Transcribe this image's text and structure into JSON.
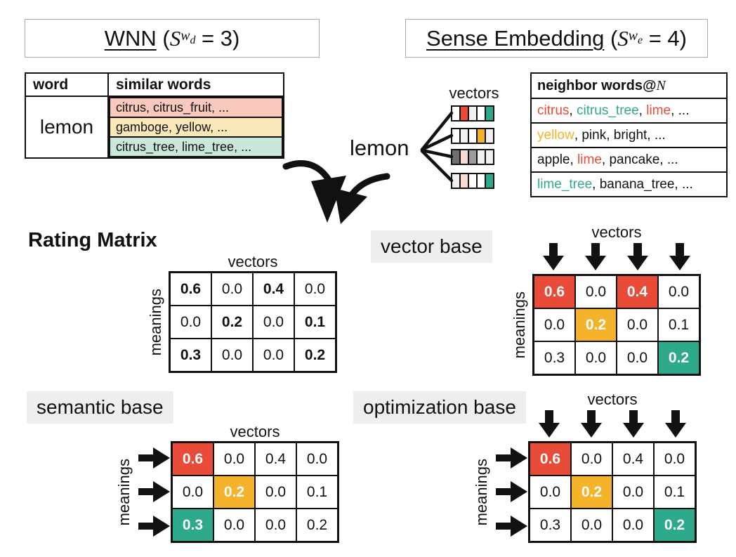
{
  "titles": {
    "wnn": {
      "label": "WNN",
      "open": " (",
      "var": "S",
      "sub": "w",
      "subsub": "d",
      "close": " = 3)"
    },
    "sense": {
      "label": "Sense Embedding",
      "open": " (",
      "var": "S",
      "sub": "w",
      "subsub": "e",
      "close": " = 4)"
    }
  },
  "wnn_table": {
    "headers": [
      "word",
      "similar words"
    ],
    "word": "lemon",
    "rows": [
      {
        "text": "citrus, citrus_fruit, ...",
        "bg": "light_red"
      },
      {
        "text": "gamboge, yellow, ...",
        "bg": "light_yellow"
      },
      {
        "text": "citrus_tree, lime_tree, ...",
        "bg": "light_green"
      }
    ]
  },
  "sense": {
    "word": "lemon",
    "vectors_label": "vectors",
    "strips": [
      [
        "white",
        "red",
        "lightgray",
        "white",
        "green"
      ],
      [
        "white",
        "lightgray",
        "white",
        "orange",
        "lightgray"
      ],
      [
        "darkgray",
        "pink",
        "gray",
        "lightgray",
        "lightgray"
      ],
      [
        "lightgray",
        "pink",
        "white",
        "white",
        "green"
      ]
    ],
    "neighbor_table": {
      "header_parts": [
        {
          "t": "neighbor words",
          "bold": true
        },
        {
          "t": "@"
        },
        {
          "t": "N",
          "math": true
        }
      ],
      "rows": [
        [
          {
            "t": "citrus",
            "c": "red"
          },
          {
            "t": ", "
          },
          {
            "t": "citrus_tree",
            "c": "green"
          },
          {
            "t": ", "
          },
          {
            "t": "lime",
            "c": "red"
          },
          {
            "t": ", ..."
          }
        ],
        [
          {
            "t": "yellow",
            "c": "orange"
          },
          {
            "t": ", pink, bright, ..."
          }
        ],
        [
          {
            "t": "apple, "
          },
          {
            "t": "lime",
            "c": "red"
          },
          {
            "t": ", pancake, ..."
          }
        ],
        [
          {
            "t": "lime_tree",
            "c": "green"
          },
          {
            "t": ", banana_tree, ..."
          }
        ]
      ]
    }
  },
  "axis": {
    "x": "vectors",
    "y": "meanings"
  },
  "bases": {
    "rating": "Rating Matrix",
    "vector": "vector base",
    "semantic": "semantic base",
    "optimization": "optimization base"
  },
  "matrices": {
    "rating": {
      "cells": [
        [
          {
            "v": "0.6",
            "b": true
          },
          {
            "v": "0.0"
          },
          {
            "v": "0.4",
            "b": true
          },
          {
            "v": "0.0"
          }
        ],
        [
          {
            "v": "0.0"
          },
          {
            "v": "0.2",
            "b": true
          },
          {
            "v": "0.0"
          },
          {
            "v": "0.1",
            "b": true
          }
        ],
        [
          {
            "v": "0.3",
            "b": true
          },
          {
            "v": "0.0"
          },
          {
            "v": "0.0"
          },
          {
            "v": "0.2",
            "b": true
          }
        ]
      ]
    },
    "vector": {
      "col_arrows": 4,
      "cells": [
        [
          {
            "v": "0.6",
            "bg": "red"
          },
          {
            "v": "0.0"
          },
          {
            "v": "0.4",
            "bg": "red"
          },
          {
            "v": "0.0"
          }
        ],
        [
          {
            "v": "0.0"
          },
          {
            "v": "0.2",
            "bg": "orange"
          },
          {
            "v": "0.0"
          },
          {
            "v": "0.1"
          }
        ],
        [
          {
            "v": "0.3"
          },
          {
            "v": "0.0"
          },
          {
            "v": "0.0"
          },
          {
            "v": "0.2",
            "bg": "green"
          }
        ]
      ]
    },
    "semantic": {
      "row_arrows": 3,
      "cells": [
        [
          {
            "v": "0.6",
            "bg": "red"
          },
          {
            "v": "0.0"
          },
          {
            "v": "0.4"
          },
          {
            "v": "0.0"
          }
        ],
        [
          {
            "v": "0.0"
          },
          {
            "v": "0.2",
            "bg": "orange"
          },
          {
            "v": "0.0"
          },
          {
            "v": "0.1"
          }
        ],
        [
          {
            "v": "0.3",
            "bg": "green"
          },
          {
            "v": "0.0"
          },
          {
            "v": "0.0"
          },
          {
            "v": "0.2"
          }
        ]
      ]
    },
    "optimization": {
      "col_arrows": 4,
      "row_arrows": 3,
      "cells": [
        [
          {
            "v": "0.6",
            "bg": "red"
          },
          {
            "v": "0.0"
          },
          {
            "v": "0.4"
          },
          {
            "v": "0.0"
          }
        ],
        [
          {
            "v": "0.0"
          },
          {
            "v": "0.2",
            "bg": "orange"
          },
          {
            "v": "0.0"
          },
          {
            "v": "0.1"
          }
        ],
        [
          {
            "v": "0.3"
          },
          {
            "v": "0.0"
          },
          {
            "v": "0.0"
          },
          {
            "v": "0.2",
            "bg": "green"
          }
        ]
      ]
    }
  },
  "colors": {
    "red": "#E84C38",
    "orange": "#F4B32A",
    "green": "#2FA98C",
    "light_red": "#F9C9BE",
    "light_yellow": "#FAE7B9",
    "light_green": "#C9E8D9",
    "pink": "#F7DBD3",
    "lightgray": "#F0F0F0",
    "gray": "#9C9C9C",
    "darkgray": "#6F6F6F",
    "white": "#FFFFFF",
    "highlight": "#EEEEEE"
  }
}
